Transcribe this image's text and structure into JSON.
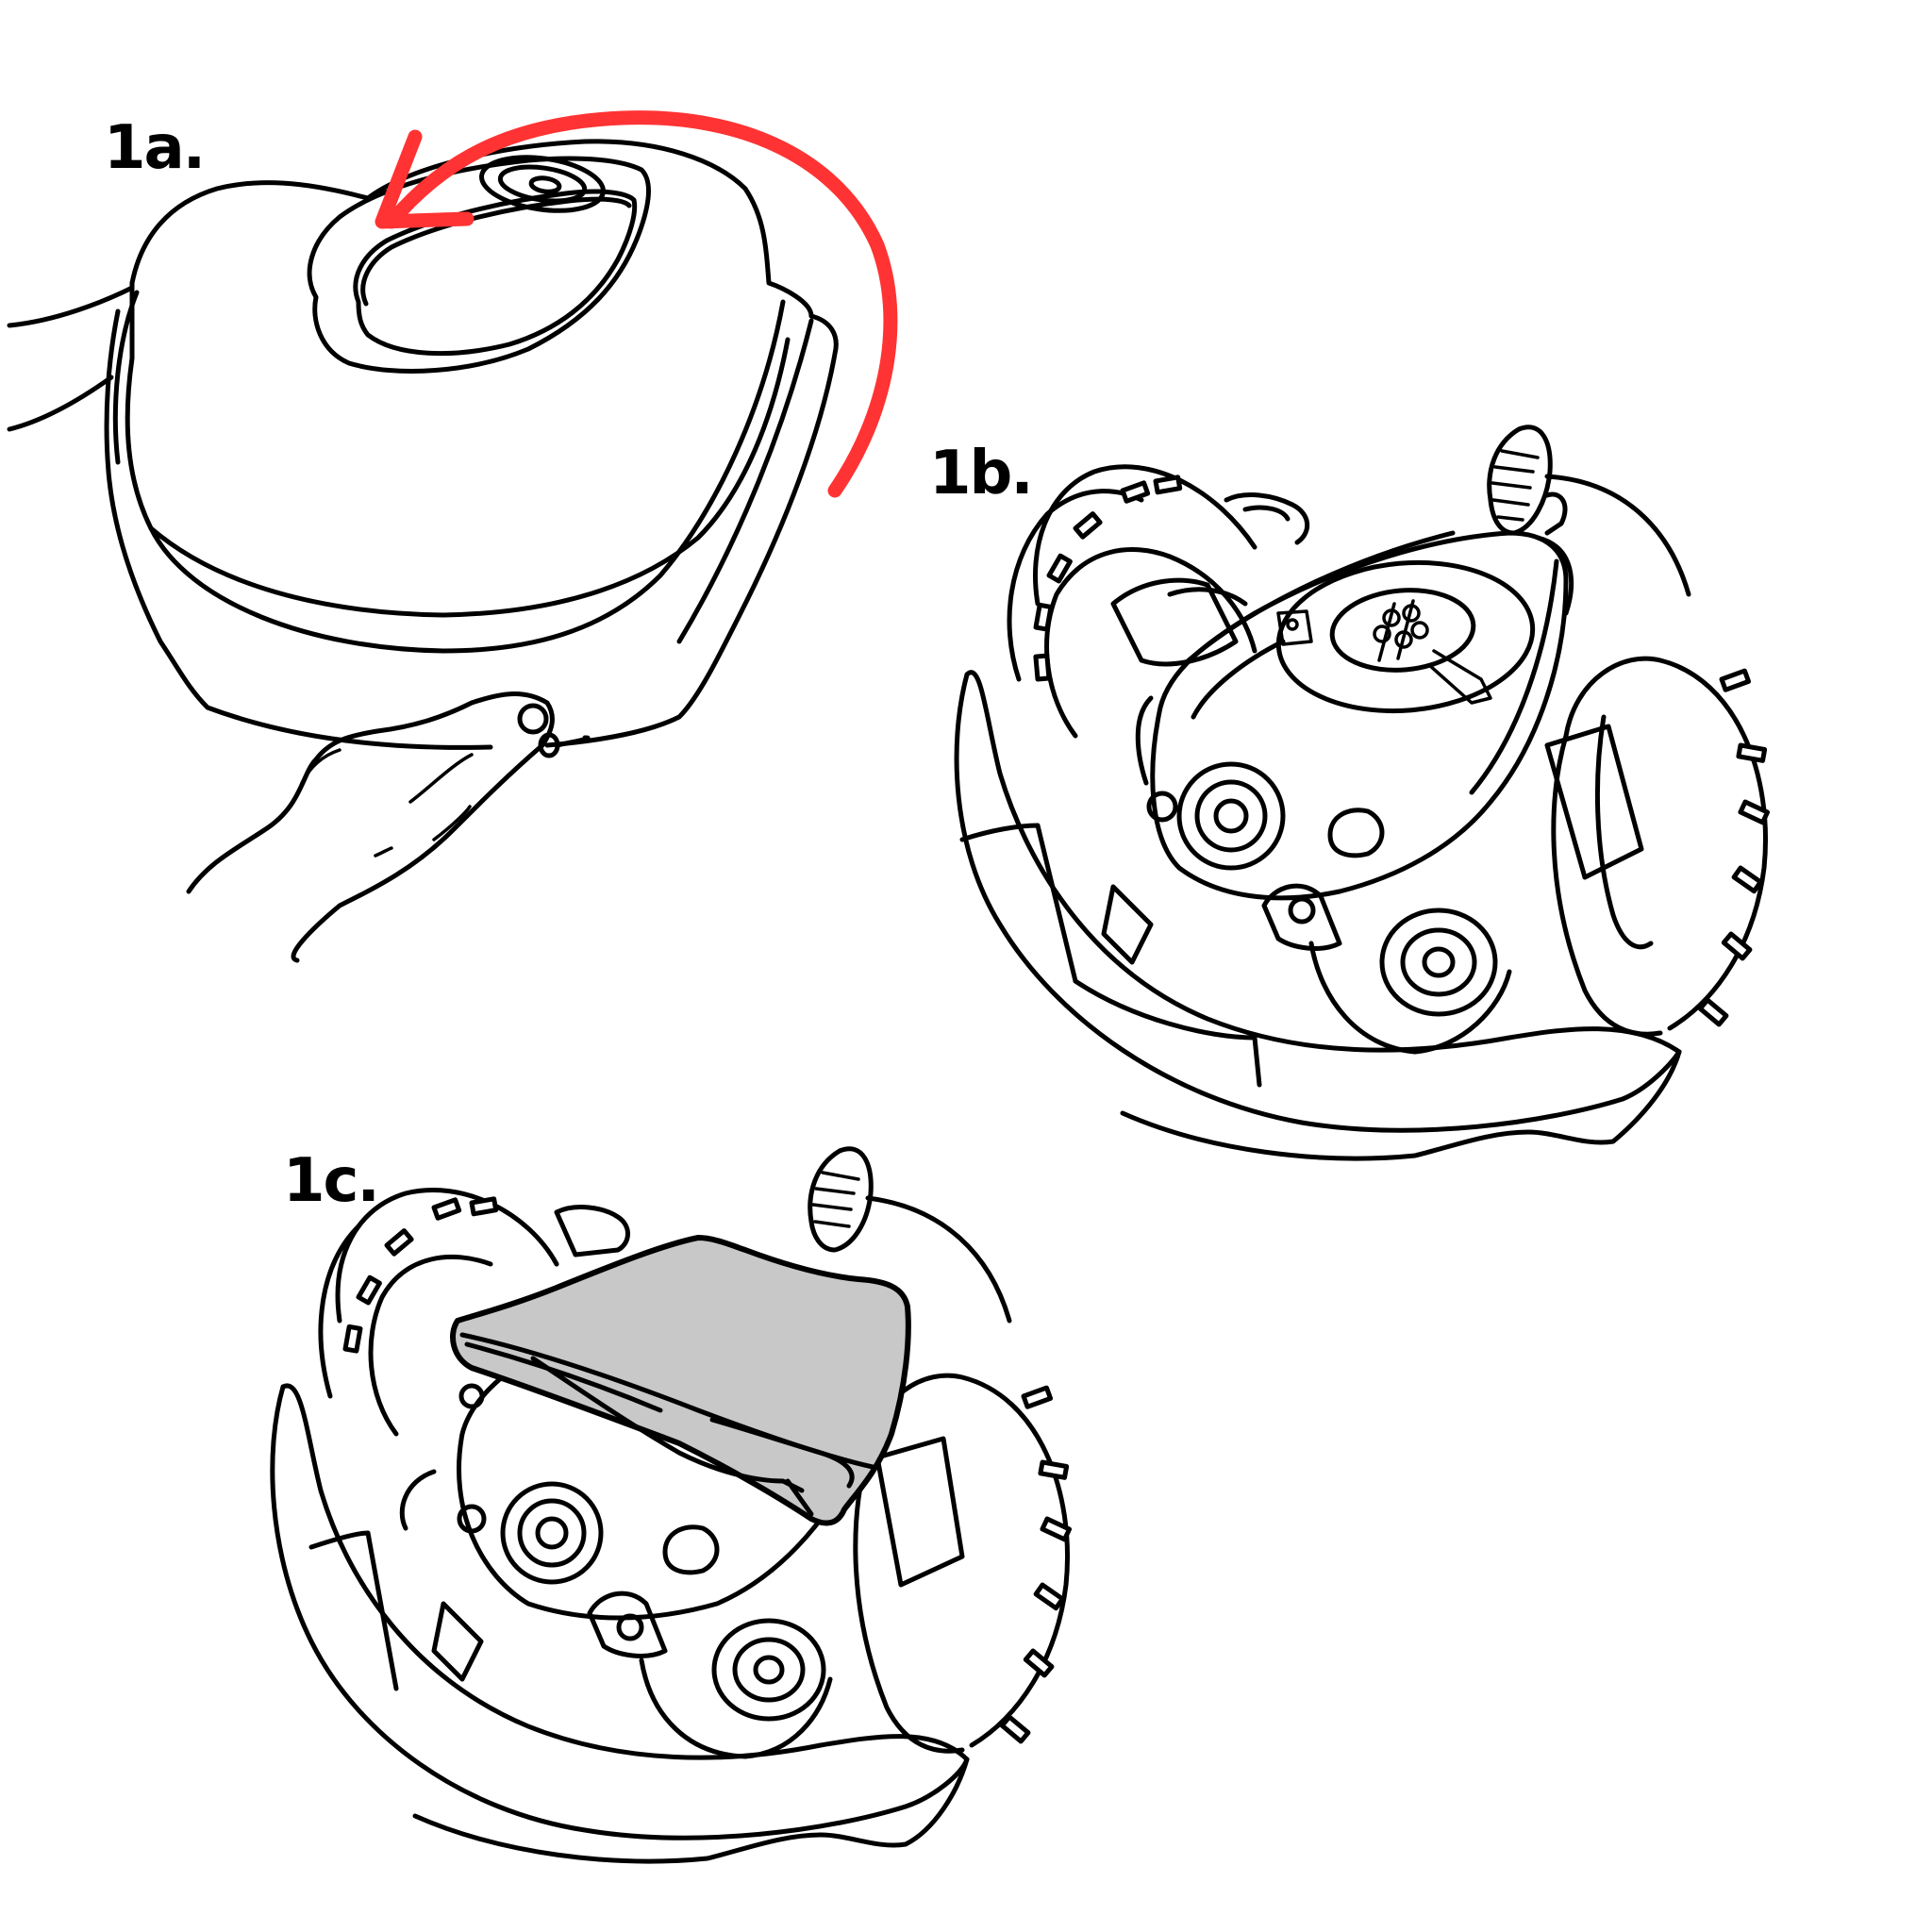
{
  "diagram": {
    "type": "instruction-steps",
    "steps": [
      {
        "id": "1a",
        "label": "1a.",
        "description": "Hands holding robot top cover; red curved arrow indicates rotating/lifting cover counter-clockwise",
        "annotation_icon": "rotate-arrow-icon"
      },
      {
        "id": "1b",
        "label": "1b.",
        "description": "Robot underside exposed with wheels, caster, brush housing and bumper"
      },
      {
        "id": "1c",
        "label": "1c.",
        "description": "Folded gray cloth placed over the robot underside housing"
      }
    ]
  },
  "colors": {
    "arrow": "#ff3333",
    "cloth": "#c8c8c8",
    "line": "#000000",
    "background": "#ffffff"
  }
}
